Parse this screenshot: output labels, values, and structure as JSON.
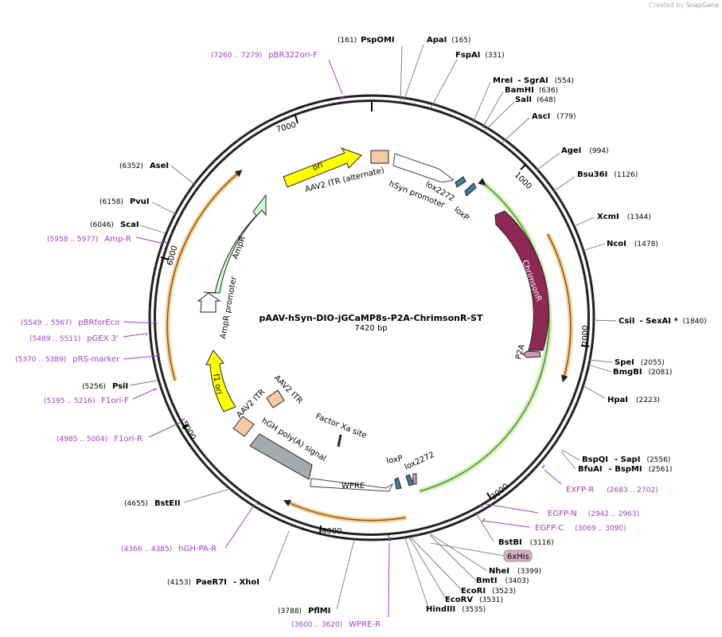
{
  "watermark": {
    "prefix": "Created by",
    "brand": "SnapGene"
  },
  "plasmid": {
    "name": "pAAV-hSyn-DIO-jGCaMP8s-P2A-ChrimsonR-ST",
    "length_label": "7420 bp",
    "length": 7420
  },
  "ticks": [
    {
      "label": "1000",
      "pos": 1000
    },
    {
      "label": "2000",
      "pos": 2000
    },
    {
      "label": "3000",
      "pos": 3000
    },
    {
      "label": "4000",
      "pos": 4000
    },
    {
      "label": "5000",
      "pos": 5000
    },
    {
      "label": "6000",
      "pos": 6000
    },
    {
      "label": "7000",
      "pos": 7000
    }
  ],
  "enzymes": [
    {
      "pos_label": "(161)",
      "name": "PspOMI"
    },
    {
      "name": "ApaI",
      "pos_label": "(165)"
    },
    {
      "name": "FspAI",
      "pos_label": "(331)"
    },
    {
      "name": "MreI",
      "extra": "- SgrAI",
      "pos_label": "(554)"
    },
    {
      "name": "BamHI",
      "pos_label": "(636)"
    },
    {
      "name": "SalI",
      "pos_label": "(648)"
    },
    {
      "name": "AscI",
      "pos_label": "(779)"
    },
    {
      "name": "AgeI",
      "pos_label": "(994)"
    },
    {
      "name": "Bsu36I",
      "pos_label": "(1126)"
    },
    {
      "name": "XcmI",
      "pos_label": "(1344)"
    },
    {
      "name": "NcoI",
      "pos_label": "(1478)"
    },
    {
      "name": "CsiI",
      "extra": "- SexAI *",
      "pos_label": "(1840)"
    },
    {
      "name": "SpeI",
      "pos_label": "(2055)"
    },
    {
      "name": "BmgBI",
      "pos_label": "(2081)"
    },
    {
      "name": "HpaI",
      "pos_label": "(2223)"
    },
    {
      "name": "BspQI",
      "extra": "- SapI",
      "pos_label": "(2556)"
    },
    {
      "name": "BfuAI",
      "extra": "- BspMI",
      "pos_label": "(2561)"
    },
    {
      "name": "BstBI",
      "pos_label": "(3116)"
    },
    {
      "name": "NheI",
      "pos_label": "(3399)"
    },
    {
      "name": "BmtI",
      "pos_label": "(3403)"
    },
    {
      "name": "EcoRI",
      "pos_label": "(3523)"
    },
    {
      "name": "EcoRV",
      "pos_label": "(3531)"
    },
    {
      "name": "HindIII",
      "pos_label": "(3535)"
    },
    {
      "pos_label": "(3788)",
      "name": "PflMI"
    },
    {
      "pos_label": "(4153)",
      "name": "PaeR7I",
      "extra": "- XhoI"
    },
    {
      "pos_label": "(4655)",
      "name": "BstEII"
    },
    {
      "pos_label": "(5256)",
      "name": "PsiI"
    },
    {
      "pos_label": "(6046)",
      "name": "ScaI"
    },
    {
      "pos_label": "(6158)",
      "name": "PvuI"
    },
    {
      "pos_label": "(6352)",
      "name": "AseI"
    }
  ],
  "primers": [
    {
      "pos_label": "(7260 .. 7279)",
      "name": "pBR322ori-F"
    },
    {
      "name": "EXFP-R",
      "pos_label": "(2683 .. 2702)"
    },
    {
      "name": "EGFP-N",
      "pos_label": "(2942 .. 2963)"
    },
    {
      "name": "EGFP-C",
      "pos_label": "(3069 .. 3090)"
    },
    {
      "pos_label": "(3600 .. 3620)",
      "name": "WPRE-R"
    },
    {
      "pos_label": "(4366 .. 4385)",
      "name": "hGH-PA-R"
    },
    {
      "pos_label": "(4985 .. 5004)",
      "name": "F1ori-R"
    },
    {
      "pos_label": "(5195 .. 5216)",
      "name": "F1ori-F"
    },
    {
      "pos_label": "(5370 .. 5389)",
      "name": "pRS-marker"
    },
    {
      "pos_label": "(5489 .. 5511)",
      "name": "pGEX 3'"
    },
    {
      "pos_label": "(5549 .. 5567)",
      "name": "pBRforEco"
    },
    {
      "pos_label": "(5958 .. 5977)",
      "name": "Amp-R"
    }
  ],
  "features": [
    {
      "name": "ori",
      "color": "#ffff00"
    },
    {
      "name": "AAV2 ITR (alternate)",
      "color": "#f6c9a0"
    },
    {
      "name": "hSyn promoter",
      "color": "#ffffff"
    },
    {
      "name": "lox2272",
      "color": "#3d7f9a"
    },
    {
      "name": "loxP",
      "color": "#3d7f9a"
    },
    {
      "name": "ChrimsonR",
      "color": "#8e2857"
    },
    {
      "name": "P2A",
      "color": "#c99ab0"
    },
    {
      "name": "6xHis",
      "color": "#d7adc0"
    },
    {
      "name": "loxP",
      "color": "#3d7f9a"
    },
    {
      "name": "lox2272",
      "color": "#3d7f9a"
    },
    {
      "name": "WPRE",
      "color": "#ffffff"
    },
    {
      "name": "hGH poly(A) signal",
      "color": "#a6aaad"
    },
    {
      "name": "AAV2 ITR",
      "color": "#f6c9a0"
    },
    {
      "name": "AAV2 ITR",
      "color": "#f6c9a0"
    },
    {
      "name": "Factor Xa site",
      "color": "#000000"
    },
    {
      "name": "f1 ori",
      "color": "#ffff00"
    },
    {
      "name": "AmpR promoter",
      "color": "#ffffff"
    },
    {
      "name": "AmpR",
      "color": "#ccffcc"
    }
  ],
  "colors": {
    "primer": "#a23cc8",
    "backbone": "#222222",
    "orange_arc": "#f6cd92",
    "green_arc": "#5aab2a"
  }
}
